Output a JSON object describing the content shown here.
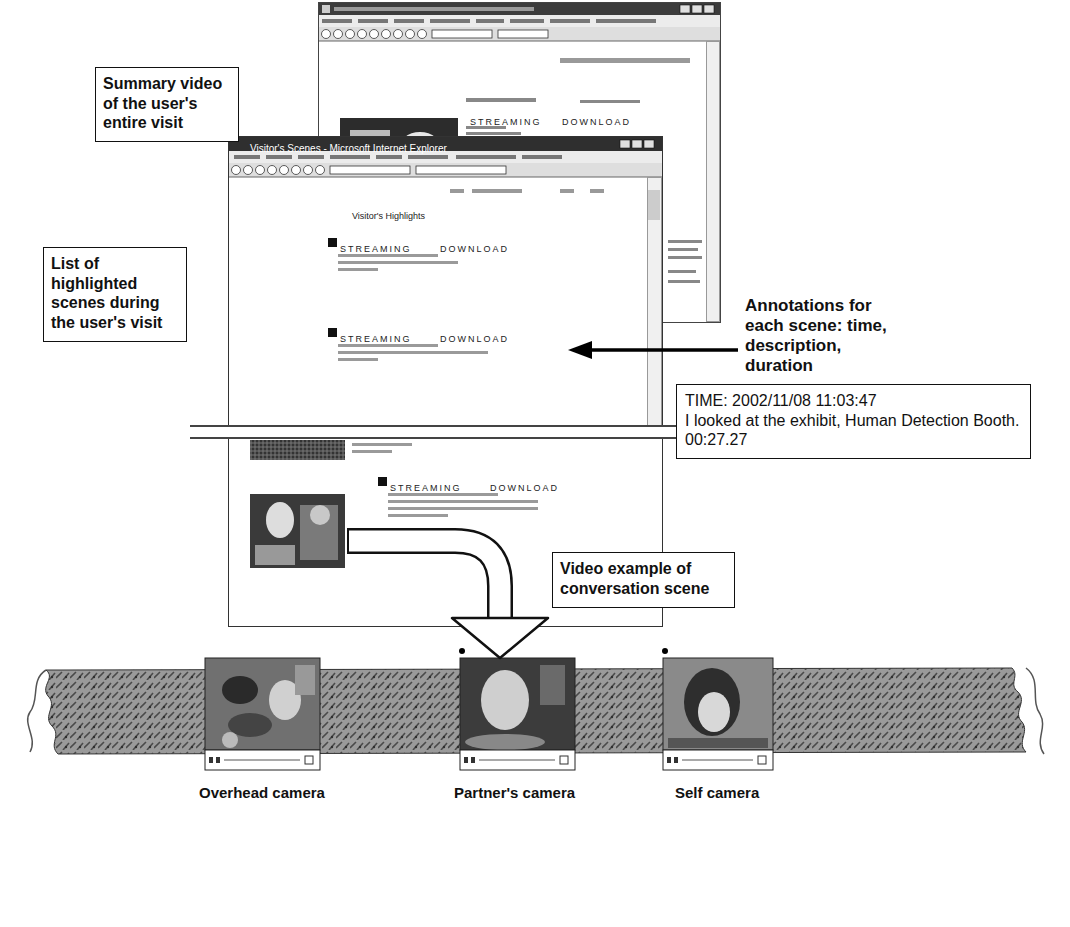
{
  "diagram": {
    "nodes": [
      {
        "text": [
          "Summary video of the user's entire visit"
        ]
      },
      {
        "text": [
          "STREAMING",
          "DOWNLOAD"
        ]
      },
      {
        "text": [
          "List of highlighted scenes during the user's visit"
        ]
      },
      {
        "text": [
          "Visitor's Scenes - Microsoft Internet Explorer",
          "Visitor's Highlights",
          "STREAMING",
          "DOWNLOAD",
          "STREAMING",
          "DOWNLOAD",
          "STREAMING",
          "DOWNLOAD"
        ]
      },
      {
        "text": [
          "TIME: 2002/11/08 11:03:47",
          "I looked at the exhibit, Human Detection Booth.",
          "00:27.27"
        ]
      },
      {
        "text": [
          "Video example of conversation scene"
        ]
      }
    ],
    "labels": [
      "Annotations for each scene: time, description, duration",
      "Overhead camera",
      "Partner's camera",
      "Self camera"
    ]
  }
}
